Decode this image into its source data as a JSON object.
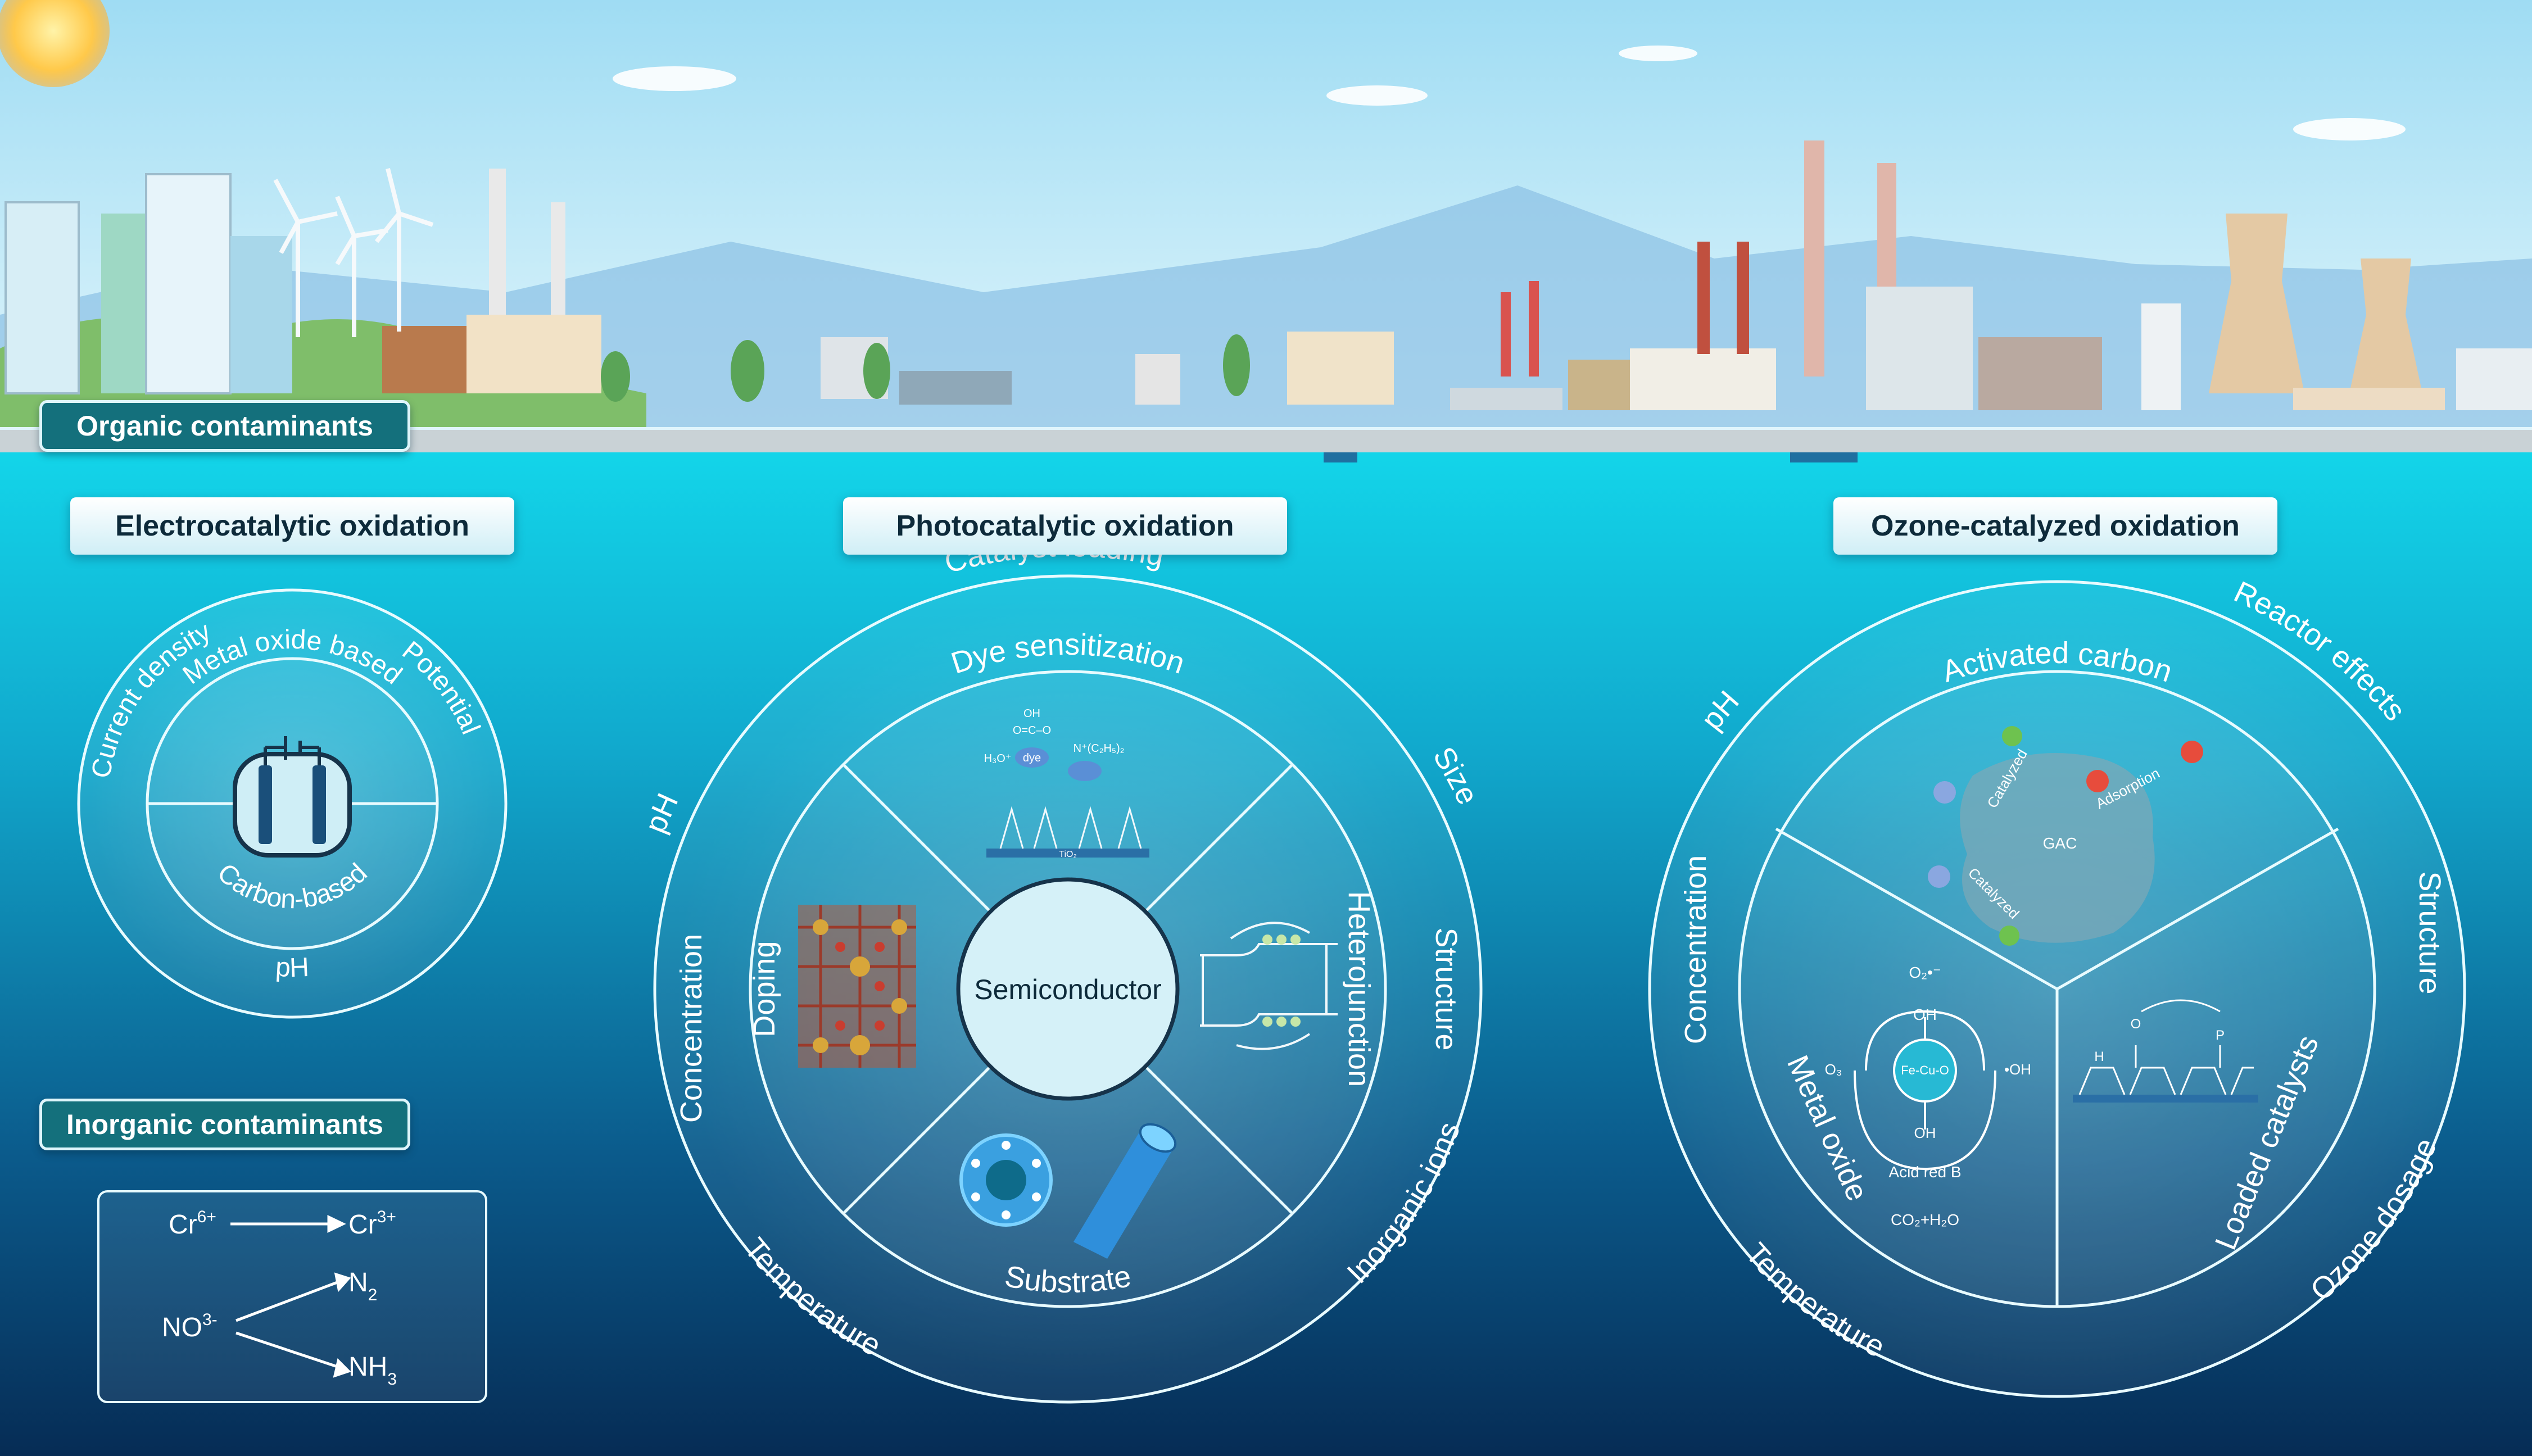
{
  "tags": {
    "organic": "Organic contaminants",
    "inorganic": "Inorganic contaminants"
  },
  "panels": {
    "electro": "Electrocatalytic oxidation",
    "photo": "Photocatalytic oxidation",
    "ozone": "Ozone-catalyzed oxidation"
  },
  "electro": {
    "outer": [
      "Current density",
      "Potential",
      "pH"
    ],
    "inner_top": "Metal oxide based",
    "inner_bottom": "Carbon-based"
  },
  "photo": {
    "outer": [
      "Catalyst loading",
      "Size",
      "Structure",
      "Inorganic ions",
      "Temperature",
      "Concentration",
      "pH"
    ],
    "sectors": [
      "Dye sensitization",
      "Heterojunction",
      "Substrate",
      "Doping"
    ],
    "center": "Semiconductor",
    "dye_labels": [
      "OH",
      "O=C–O",
      "dye",
      "N⁺(C₂H₅)₂",
      "H₃O⁺",
      "TiO₂"
    ]
  },
  "ozone": {
    "outer": [
      "Reactor effects",
      "Structure",
      "Ozone dosage",
      "Temperature",
      "Concentration",
      "pH"
    ],
    "sectors": [
      "Activated carbon",
      "Loaded catalysts",
      "Metal oxide"
    ],
    "ac_labels": [
      "GAC",
      "Catalyzed",
      "Adsorption",
      "Catalyzed"
    ],
    "mo_labels": [
      "O₂•⁻",
      "OH",
      "O₃",
      "Fe-Cu-O",
      "•OH",
      "OH",
      "Acid red B",
      "CO₂+H₂O"
    ],
    "lc_labels": [
      "O",
      "H",
      "P"
    ]
  },
  "inorganic": {
    "r1_from_ion": "Cr",
    "r1_from_ch": "6+",
    "r1_to_ion": "Cr",
    "r1_to_ch": "3+",
    "r2_from_ion": "NO",
    "r2_from_ch": "3-",
    "r2_to1": "N",
    "r2_to1_sub": "2",
    "r2_to2": "NH",
    "r2_to2_sub": "3"
  },
  "colors": {
    "sky_top": "#9fdcf3",
    "water_top": "#13d6ea",
    "water_bottom": "#062c55",
    "tag_bg": "#14707c",
    "line": "#e8fbff"
  }
}
